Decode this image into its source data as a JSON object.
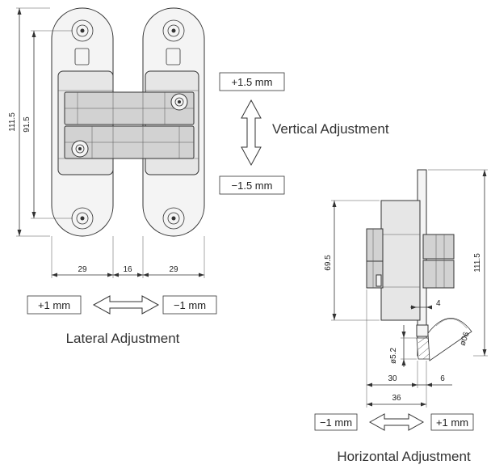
{
  "front_view": {
    "dim_overall_height": "111.5",
    "dim_hole_spacing": "91.5",
    "dim_left_width": "29",
    "dim_center_gap": "16",
    "dim_right_width": "29"
  },
  "vertical_adjustment": {
    "label": "Vertical Adjustment",
    "plus": "+1.5  mm",
    "minus": "−1.5  mm"
  },
  "lateral_adjustment": {
    "label": "Lateral Adjustment",
    "plus": "+1  mm",
    "minus": "−1  mm"
  },
  "side_view": {
    "dim_body_height": "69.5",
    "dim_overall_height": "111.5",
    "dim_offset": "4",
    "dim_hole": "ø5.2",
    "dim_radius": "ø06",
    "dim_depth": "30",
    "dim_flange": "6",
    "dim_total_depth": "36"
  },
  "horizontal_adjustment": {
    "label": "Horizontal Adjustment",
    "minus": "−1  mm",
    "plus": "+1  mm"
  }
}
